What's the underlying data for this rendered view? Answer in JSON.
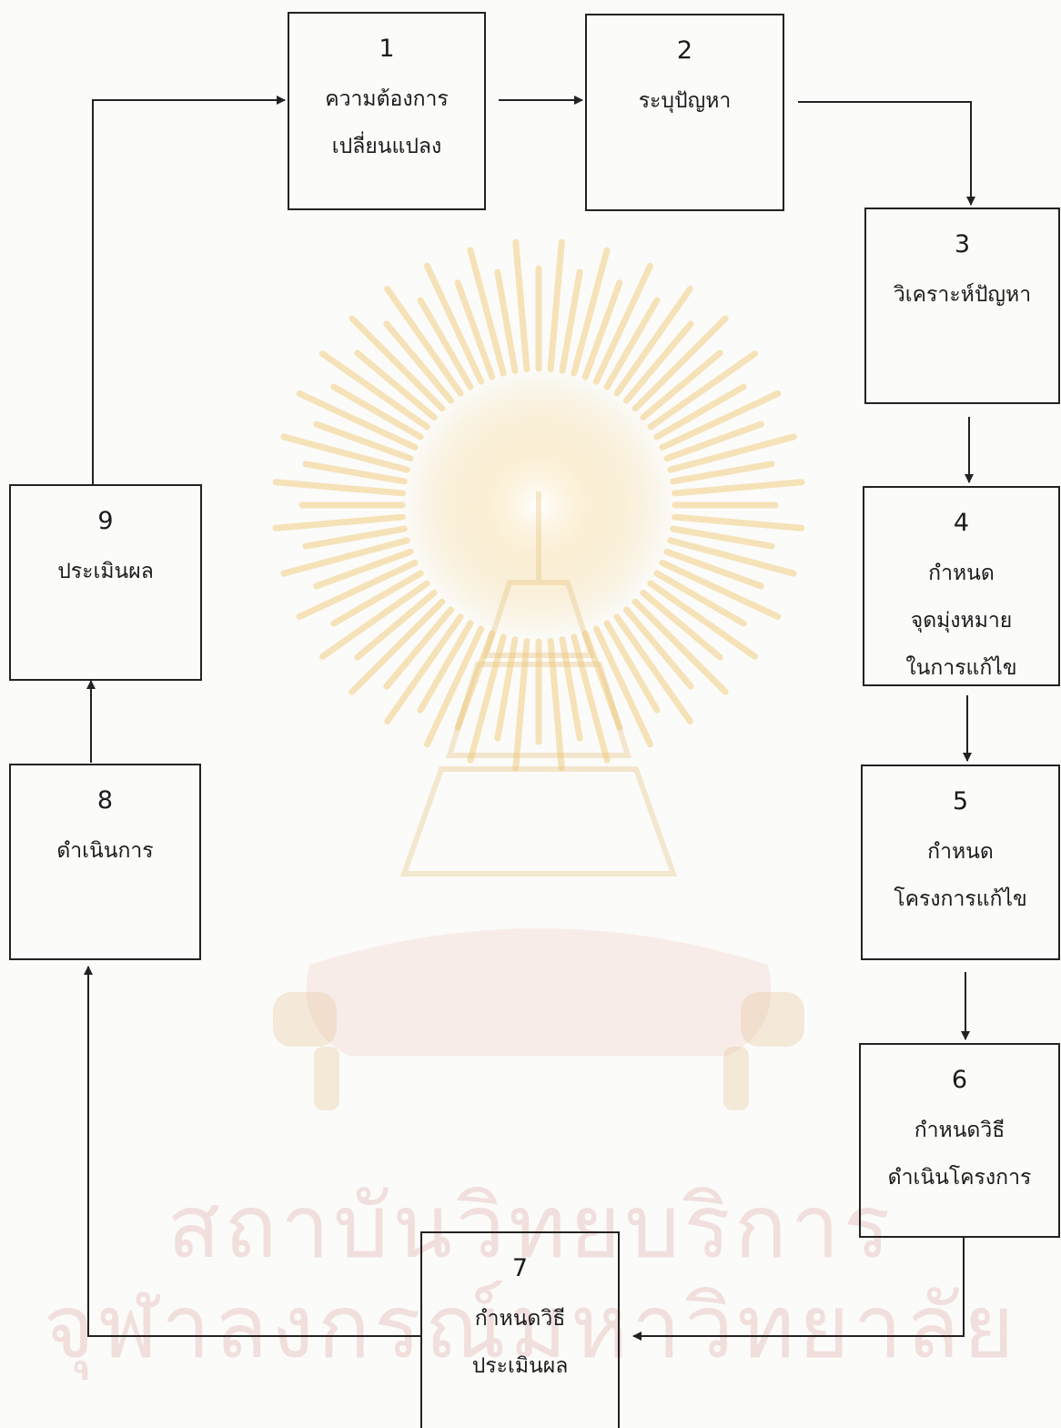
{
  "watermark": {
    "line1": "สถาบันวิทยบริการ",
    "line2": "จุฬาลงกรณ์มหาวิทยาลัย"
  },
  "steps": [
    {
      "number": "1",
      "label": "ความต้องการ\nเปลี่ยนแปลง"
    },
    {
      "number": "2",
      "label": "ระบุปัญหา"
    },
    {
      "number": "3",
      "label": "วิเคราะห์ปัญหา"
    },
    {
      "number": "4",
      "label": "กำหนด\nจุดมุ่งหมาย\nในการแก้ไข"
    },
    {
      "number": "5",
      "label": "กำหนด\nโครงการแก้ไข"
    },
    {
      "number": "6",
      "label": "กำหนดวิธี\nดำเนินโครงการ"
    },
    {
      "number": "7",
      "label": "กำหนดวิธี\nประเมินผล"
    },
    {
      "number": "8",
      "label": "ดำเนินการ"
    },
    {
      "number": "9",
      "label": "ประเมินผล"
    }
  ],
  "colors": {
    "line": "#222222",
    "watermark": "#d69696"
  }
}
